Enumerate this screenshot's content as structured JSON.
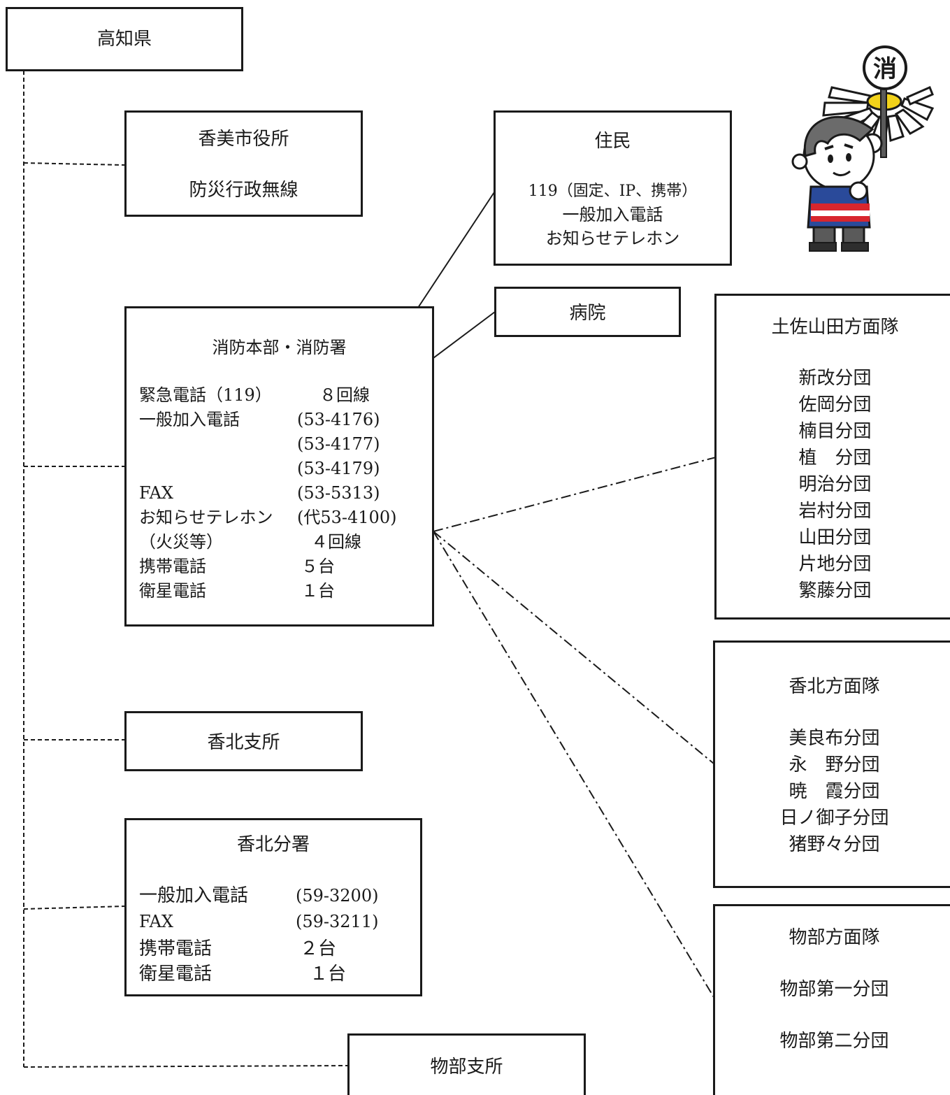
{
  "kochi": {
    "title": "高知県"
  },
  "city_office": {
    "title": "香美市役所",
    "subtitle": "防災行政無線"
  },
  "residents": {
    "title": "住民",
    "lines": [
      "119（固定、IP、携帯）",
      "一般加入電話",
      "お知らせテレホン"
    ]
  },
  "hospital": {
    "title": "病院"
  },
  "hq": {
    "title": "消防本部・消防署",
    "rows": [
      {
        "label": "緊急電話（119）",
        "value": "８回線"
      },
      {
        "label": "一般加入電話",
        "value": "(53-4176)"
      },
      {
        "label": "",
        "value": "(53-4177)"
      },
      {
        "label": "",
        "value": "(53-4179)"
      },
      {
        "label": "FAX",
        "value": "(53-5313)"
      },
      {
        "label": "お知らせテレホン",
        "value": "(代53-4100)"
      },
      {
        "label": "（火災等）",
        "value": "４回線"
      },
      {
        "label": "携帯電話",
        "value": "５台"
      },
      {
        "label": "衛星電話",
        "value": "１台"
      }
    ]
  },
  "tosayamada": {
    "title": "土佐山田方面隊",
    "units": [
      "新改分団",
      "佐岡分団",
      "楠目分団",
      "植　分団",
      "明治分団",
      "岩村分団",
      "山田分団",
      "片地分団",
      "繁藤分団"
    ]
  },
  "kahoku_corps": {
    "title": "香北方面隊",
    "units": [
      "美良布分団",
      "永　野分団",
      "暁　霞分団",
      "日ノ御子分団",
      "猪野々分団"
    ]
  },
  "monobe_corps": {
    "title": "物部方面隊",
    "units": [
      "物部第一分団",
      "物部第二分団"
    ]
  },
  "kahoku_branch": {
    "title": "香北支所"
  },
  "kahoku_station": {
    "title": "香北分署",
    "rows": [
      {
        "label": "一般加入電話",
        "value": "(59-3200)"
      },
      {
        "label": "FAX",
        "value": "(59-3211)"
      },
      {
        "label": "携帯電話",
        "value": "２台"
      },
      {
        "label": "衛星電話",
        "value": "１台"
      }
    ]
  },
  "monobe_branch": {
    "title": "物部支所"
  },
  "mascot": {
    "badge": "消",
    "icon": "firefighter-mascot-icon"
  },
  "colors": {
    "line": "#1a1a1a",
    "mascot_blue": "#2a4a9a",
    "mascot_red": "#d8262e",
    "mascot_yellow": "#f2d21a"
  }
}
